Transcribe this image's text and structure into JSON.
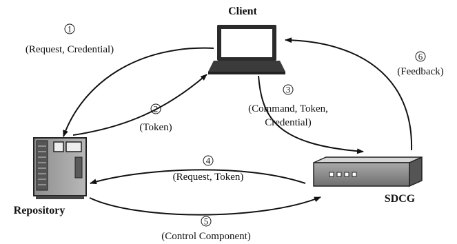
{
  "nodes": {
    "client": {
      "label": "Client"
    },
    "repository": {
      "label": "Repository"
    },
    "sdcg": {
      "label": "SDCG"
    }
  },
  "edges": [
    {
      "step": "1",
      "label": "(Request, Credential)"
    },
    {
      "step": "2",
      "label": "(Token)"
    },
    {
      "step": "3",
      "label_line1": "(Command, Token,",
      "label_line2": "Credential)"
    },
    {
      "step": "4",
      "label": "(Request, Token)"
    },
    {
      "step": "5",
      "label": "(Control Component)"
    },
    {
      "step": "6",
      "label": "(Feedback)"
    }
  ]
}
